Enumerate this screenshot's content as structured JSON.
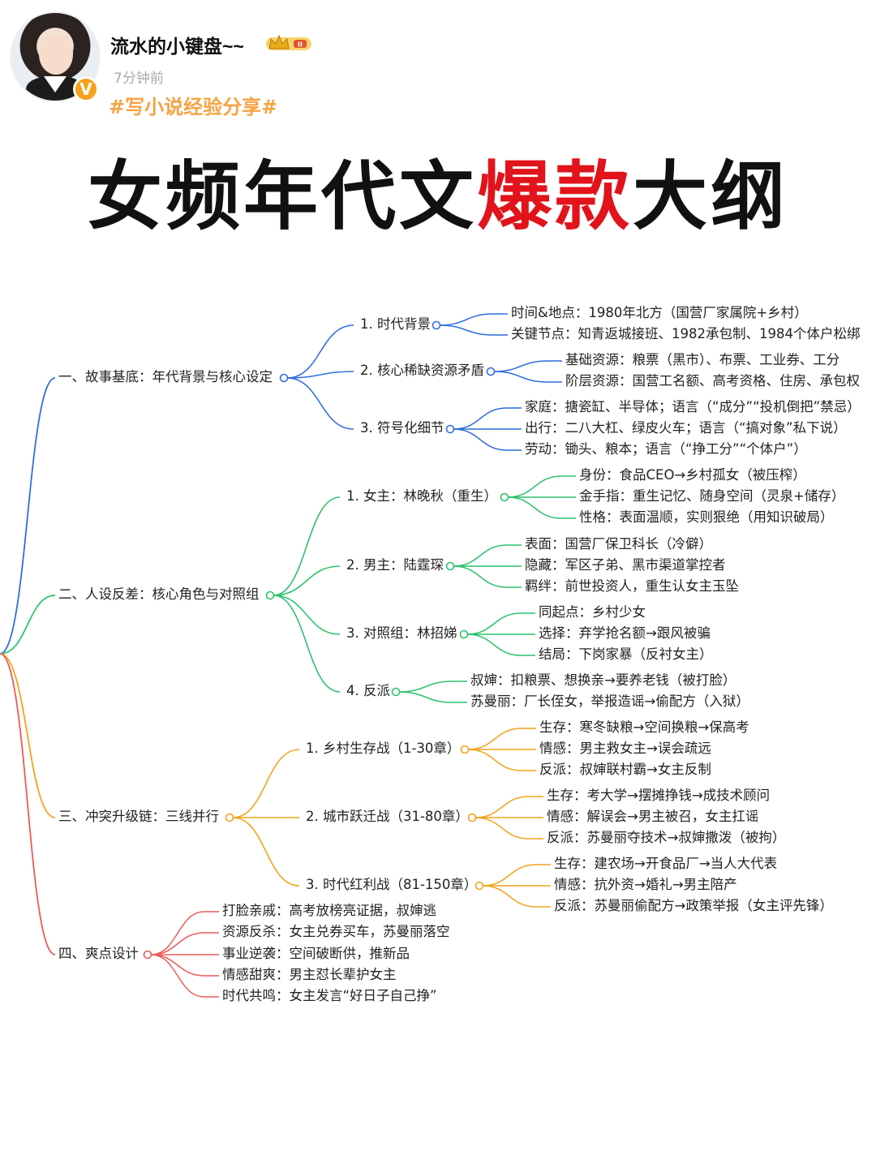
{
  "post": {
    "username": "流水的小键盘~~",
    "time": "7分钟前",
    "hashtag": "#写小说经验分享#",
    "verified_icon": "V",
    "badge_icon": "crown-badge-icon"
  },
  "title": {
    "part1": "女频年代文",
    "part2_red": "爆款",
    "part3": "大纲"
  },
  "colors": {
    "blue": "#2f6fdc",
    "green": "#2dc26b",
    "orange": "#f2a31b",
    "red": "#ec5a5a",
    "title_red": "#e1141b",
    "hashtag": "#f6a342"
  },
  "mindmap": {
    "sections": [
      {
        "label": "一、故事基底：年代背景与核心设定",
        "color": "blue",
        "children": [
          {
            "label": "1. 时代背景",
            "leaves": [
              "时间&地点：1980年北方（国营厂家属院+乡村）",
              "关键节点：知青返城接班、1982承包制、1984个体户松绑"
            ]
          },
          {
            "label": "2. 核心稀缺资源矛盾",
            "leaves": [
              "基础资源：粮票（黑市）、布票、工业券、工分",
              "阶层资源：国营工名额、高考资格、住房、承包权"
            ]
          },
          {
            "label": "3. 符号化细节",
            "leaves": [
              "家庭：搪瓷缸、半导体；语言（“成分”“投机倒把”禁忌）",
              "出行：二八大杠、绿皮火车；语言（“搞对象”私下说）",
              "劳动：锄头、粮本；语言（“挣工分”“个体户”）"
            ]
          }
        ]
      },
      {
        "label": "二、人设反差：核心角色与对照组",
        "color": "green",
        "children": [
          {
            "label": "1. 女主：林晚秋（重生）",
            "leaves": [
              "身份：食品CEO→乡村孤女（被压榨）",
              "金手指：重生记忆、随身空间（灵泉+储存）",
              "性格：表面温顺，实则狠绝（用知识破局）"
            ]
          },
          {
            "label": "2. 男主：陆霆琛",
            "leaves": [
              "表面：国营厂保卫科长（冷僻）",
              "隐藏：军区子弟、黑市渠道掌控者",
              "羁绊：前世投资人，重生认女主玉坠"
            ]
          },
          {
            "label": "3. 对照组：林招娣",
            "leaves": [
              "同起点：乡村少女",
              "选择：弃学抢名额→跟风被骗",
              "结局：下岗家暴（反衬女主）"
            ]
          },
          {
            "label": "4. 反派",
            "leaves": [
              "叔婶：扣粮票、想换亲→要养老钱（被打脸）",
              "苏曼丽：厂长侄女，举报造谣→偷配方（入狱）"
            ]
          }
        ]
      },
      {
        "label": "三、冲突升级链：三线并行",
        "color": "orange",
        "children": [
          {
            "label": "1. 乡村生存战（1-30章）",
            "leaves": [
              "生存：寒冬缺粮→空间换粮→保高考",
              "情感：男主救女主→误会疏远",
              "反派：叔婶联村霸→女主反制"
            ]
          },
          {
            "label": "2. 城市跃迁战（31-80章）",
            "leaves": [
              "生存：考大学→摆摊挣钱→成技术顾问",
              "情感：解误会→男主被召，女主扛谣",
              "反派：苏曼丽夺技术→叔婶撒泼（被拘）"
            ]
          },
          {
            "label": "3. 时代红利战（81-150章）",
            "leaves": [
              "生存：建农场→开食品厂→当人大代表",
              "情感：抗外资→婚礼→男主陪产",
              "反派：苏曼丽偷配方→政策举报（女主评先锋）"
            ]
          }
        ]
      },
      {
        "label": "四、爽点设计",
        "color": "red",
        "children": [],
        "leaves": [
          "打脸亲戚：高考放榜亮证据，叔婶逃",
          "资源反杀：女主兑券买车，苏曼丽落空",
          "事业逆袭：空间破断供，推新品",
          "情感甜爽：男主怼长辈护女主",
          "时代共鸣：女主发言“好日子自己挣”"
        ]
      }
    ]
  }
}
